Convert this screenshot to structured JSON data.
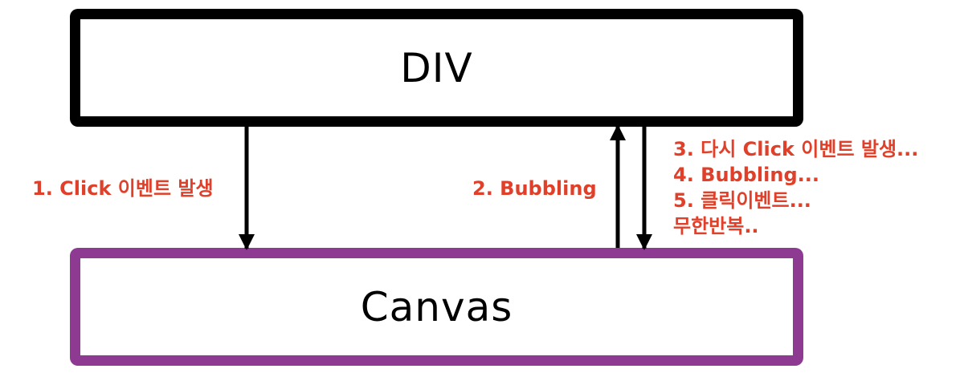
{
  "diagram": {
    "boxes": {
      "div_label": "DIV",
      "canvas_label": "Canvas",
      "div_border_color": "#000000",
      "canvas_border_color": "#8e3a92"
    },
    "annotations": {
      "click_event": "1. Click 이벤트 발생",
      "bubbling": "2. Bubbling",
      "loop_lines": [
        "3. 다시 Click 이벤트 발생...",
        "4. Bubbling...",
        "5. 클릭이벤트...",
        "무한반복.."
      ],
      "text_color": "#e0402a"
    },
    "arrows": [
      {
        "from": "div",
        "to": "canvas",
        "meaning": "click event dispatch"
      },
      {
        "from": "canvas",
        "to": "div",
        "meaning": "bubbling"
      },
      {
        "from": "div",
        "to": "canvas",
        "meaning": "re-dispatch loop"
      }
    ]
  }
}
